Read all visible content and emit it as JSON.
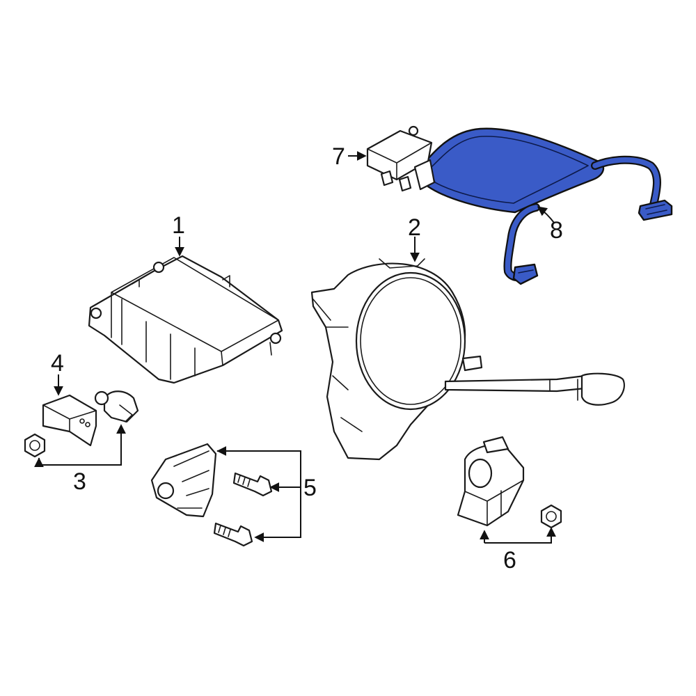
{
  "colors": {
    "highlight": "#3a5bc7",
    "line": "#1a1a1a",
    "background": "#ffffff"
  },
  "callouts": {
    "c1": "1",
    "c2": "2",
    "c3": "3",
    "c4": "4",
    "c5": "5",
    "c6": "6",
    "c7": "7",
    "c8": "8"
  },
  "highlighted_part": "8"
}
